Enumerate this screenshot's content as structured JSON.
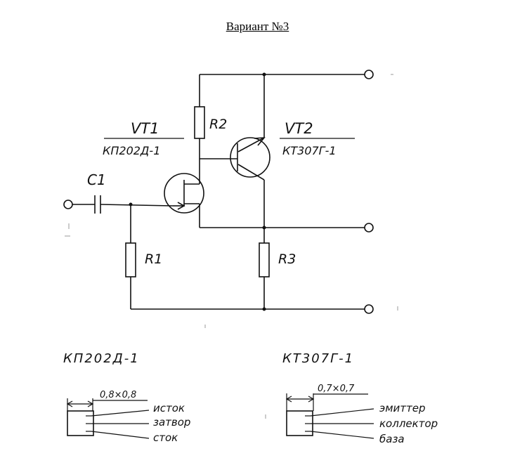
{
  "title": "Вариант №3",
  "components": {
    "vt1_name": "VT1",
    "vt1_part": "КП202Д-1",
    "vt2_name": "VT2",
    "vt2_part": "КТ307Г-1",
    "c1": "C1",
    "r1": "R1",
    "r2": "R2",
    "r3": "R3"
  },
  "packages": {
    "left": {
      "name": "КП202Д-1",
      "size": "0,8×0,8",
      "pins": [
        "исток",
        "затвор",
        "сток"
      ]
    },
    "right": {
      "name": "КТ307Г-1",
      "size": "0,7×0,7",
      "pins": [
        "эмиттер",
        "коллектор",
        "база"
      ]
    }
  }
}
